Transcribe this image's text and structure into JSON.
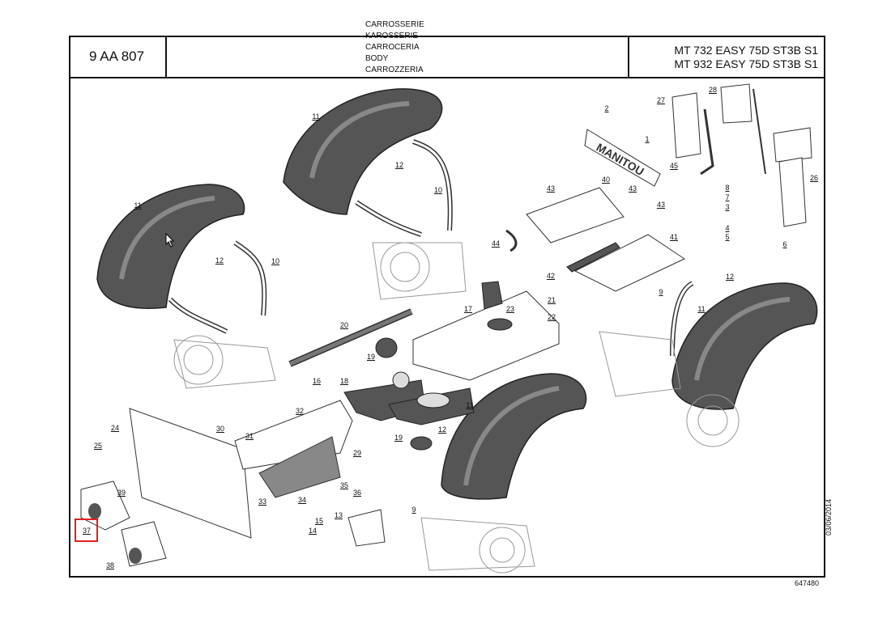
{
  "header": {
    "code": "9 AA 807",
    "section_names": [
      "CARROSSERIE",
      "KAROSSERIE",
      "CARROCERIA",
      "BODY",
      "CARROZZERIA"
    ],
    "models": [
      "MT 732 EASY 75D ST3B S1",
      "MT 932 EASY 75D ST3B S1"
    ]
  },
  "footer": {
    "date": "03/06/2014",
    "sheet_number": "647480"
  },
  "diagram": {
    "brand_plate_text": "MANITOU",
    "highlight_color": "#e02020",
    "callouts": [
      {
        "id": "c1",
        "label": "1"
      },
      {
        "id": "c2",
        "label": "2"
      },
      {
        "id": "c3",
        "label": "3"
      },
      {
        "id": "c4",
        "label": "4"
      },
      {
        "id": "c5",
        "label": "5"
      },
      {
        "id": "c6",
        "label": "6"
      },
      {
        "id": "c7",
        "label": "7"
      },
      {
        "id": "c8",
        "label": "8"
      },
      {
        "id": "c9a",
        "label": "9"
      },
      {
        "id": "c9b",
        "label": "9"
      },
      {
        "id": "c10a",
        "label": "10"
      },
      {
        "id": "c10b",
        "label": "10"
      },
      {
        "id": "c11a",
        "label": "11"
      },
      {
        "id": "c11b",
        "label": "11"
      },
      {
        "id": "c11c",
        "label": "11"
      },
      {
        "id": "c11d",
        "label": "11"
      },
      {
        "id": "c12a",
        "label": "12"
      },
      {
        "id": "c12b",
        "label": "12"
      },
      {
        "id": "c12c",
        "label": "12"
      },
      {
        "id": "c12d",
        "label": "12"
      },
      {
        "id": "c13",
        "label": "13"
      },
      {
        "id": "c14",
        "label": "14"
      },
      {
        "id": "c15",
        "label": "15"
      },
      {
        "id": "c16",
        "label": "16"
      },
      {
        "id": "c17",
        "label": "17"
      },
      {
        "id": "c18",
        "label": "18"
      },
      {
        "id": "c19a",
        "label": "19"
      },
      {
        "id": "c19b",
        "label": "19"
      },
      {
        "id": "c20",
        "label": "20"
      },
      {
        "id": "c21",
        "label": "21"
      },
      {
        "id": "c22",
        "label": "22"
      },
      {
        "id": "c23",
        "label": "23"
      },
      {
        "id": "c24",
        "label": "24"
      },
      {
        "id": "c25",
        "label": "25"
      },
      {
        "id": "c26",
        "label": "26"
      },
      {
        "id": "c27",
        "label": "27"
      },
      {
        "id": "c28",
        "label": "28"
      },
      {
        "id": "c29",
        "label": "29"
      },
      {
        "id": "c30",
        "label": "30"
      },
      {
        "id": "c31",
        "label": "31"
      },
      {
        "id": "c32",
        "label": "32"
      },
      {
        "id": "c33",
        "label": "33"
      },
      {
        "id": "c34",
        "label": "34"
      },
      {
        "id": "c35",
        "label": "35"
      },
      {
        "id": "c36",
        "label": "36"
      },
      {
        "id": "c37",
        "label": "37"
      },
      {
        "id": "c38",
        "label": "38"
      },
      {
        "id": "c39",
        "label": "39"
      },
      {
        "id": "c40",
        "label": "40"
      },
      {
        "id": "c41",
        "label": "41"
      },
      {
        "id": "c42",
        "label": "42"
      },
      {
        "id": "c43a",
        "label": "43"
      },
      {
        "id": "c43b",
        "label": "43"
      },
      {
        "id": "c43c",
        "label": "43"
      },
      {
        "id": "c44",
        "label": "44"
      },
      {
        "id": "c45",
        "label": "45"
      }
    ]
  }
}
